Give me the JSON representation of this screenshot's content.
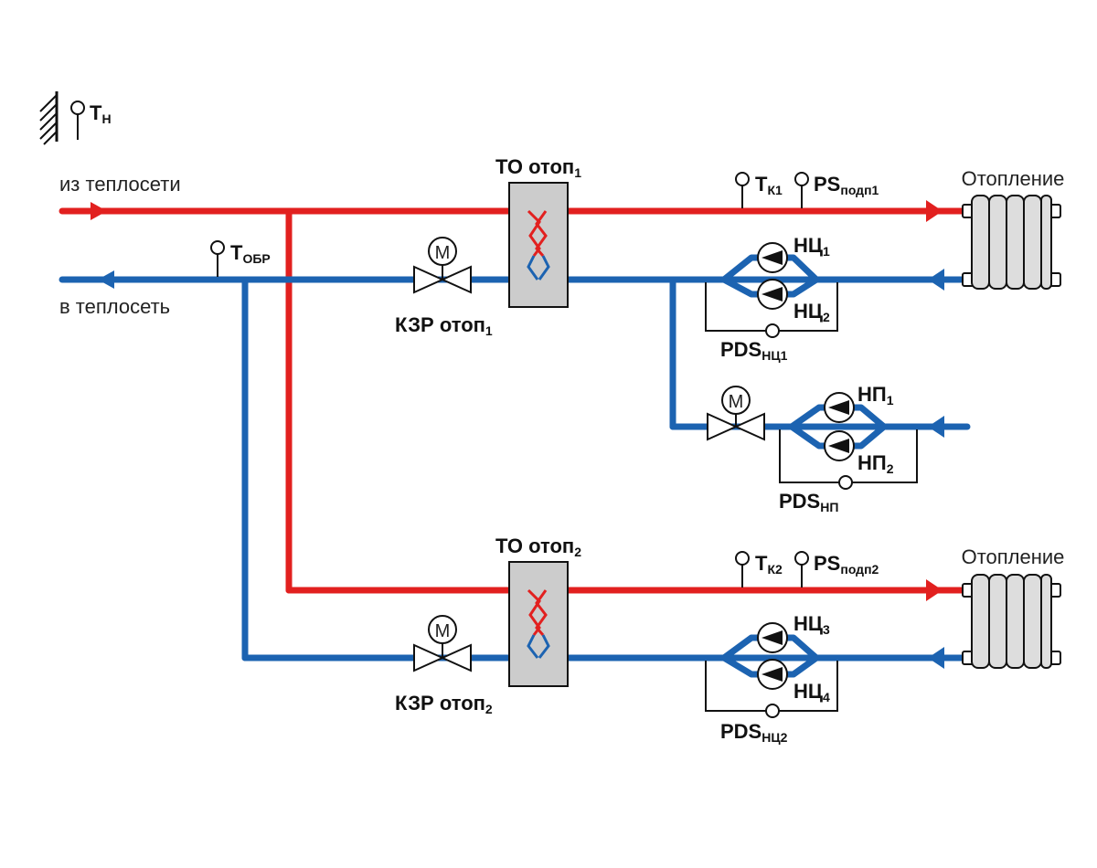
{
  "colors": {
    "supply": "#e2201f",
    "return": "#1c63b1",
    "heat_exchanger_fill": "#cccccc",
    "radiator_fill": "#dddddd",
    "line": "#111111"
  },
  "sources": {
    "from_network": "из теплосети",
    "to_network": "в теплосеть"
  },
  "sensors": {
    "t_outdoor": {
      "main": "T",
      "sub": "Н"
    },
    "t_return": {
      "main": "T",
      "sub": "ОБР"
    },
    "t_k1": {
      "main": "T",
      "sub": "К1"
    },
    "ps_feed1": {
      "main": "PS",
      "sub": "подп1"
    },
    "t_k2": {
      "main": "T",
      "sub": "К2"
    },
    "ps_feed2": {
      "main": "PS",
      "sub": "подп2"
    }
  },
  "heat_exchangers": {
    "to1": {
      "main": "ТО отоп",
      "sub": "1"
    },
    "to2": {
      "main": "ТО отоп",
      "sub": "2"
    }
  },
  "valves": {
    "kzr1": {
      "main": "КЗР отоп",
      "sub": "1",
      "actuator": "M"
    },
    "kzr2": {
      "main": "КЗР отоп",
      "sub": "2",
      "actuator": "M"
    },
    "np_valve": {
      "actuator": "M"
    }
  },
  "pumps": {
    "nc1": {
      "main": "НЦ",
      "sub": "1"
    },
    "nc2": {
      "main": "НЦ",
      "sub": "2"
    },
    "nc3": {
      "main": "НЦ",
      "sub": "3"
    },
    "nc4": {
      "main": "НЦ",
      "sub": "4"
    },
    "np1": {
      "main": "НП",
      "sub": "1"
    },
    "np2": {
      "main": "НП",
      "sub": "2"
    }
  },
  "pressure_switches": {
    "pds_nc1": {
      "main": "PDS",
      "sub": "НЦ1"
    },
    "pds_np": {
      "main": "PDS",
      "sub": "НП"
    },
    "pds_nc2": {
      "main": "PDS",
      "sub": "НЦ2"
    }
  },
  "consumers": {
    "heating1": "Отопление",
    "heating2": "Отопление"
  },
  "icons": [
    "wall-hatch-icon",
    "motor-actuator-icon",
    "gate-valve-icon",
    "circulation-pump-icon",
    "radiator-icon",
    "flow-arrow-icon",
    "temperature-sensor-icon",
    "pressure-sensor-icon"
  ]
}
